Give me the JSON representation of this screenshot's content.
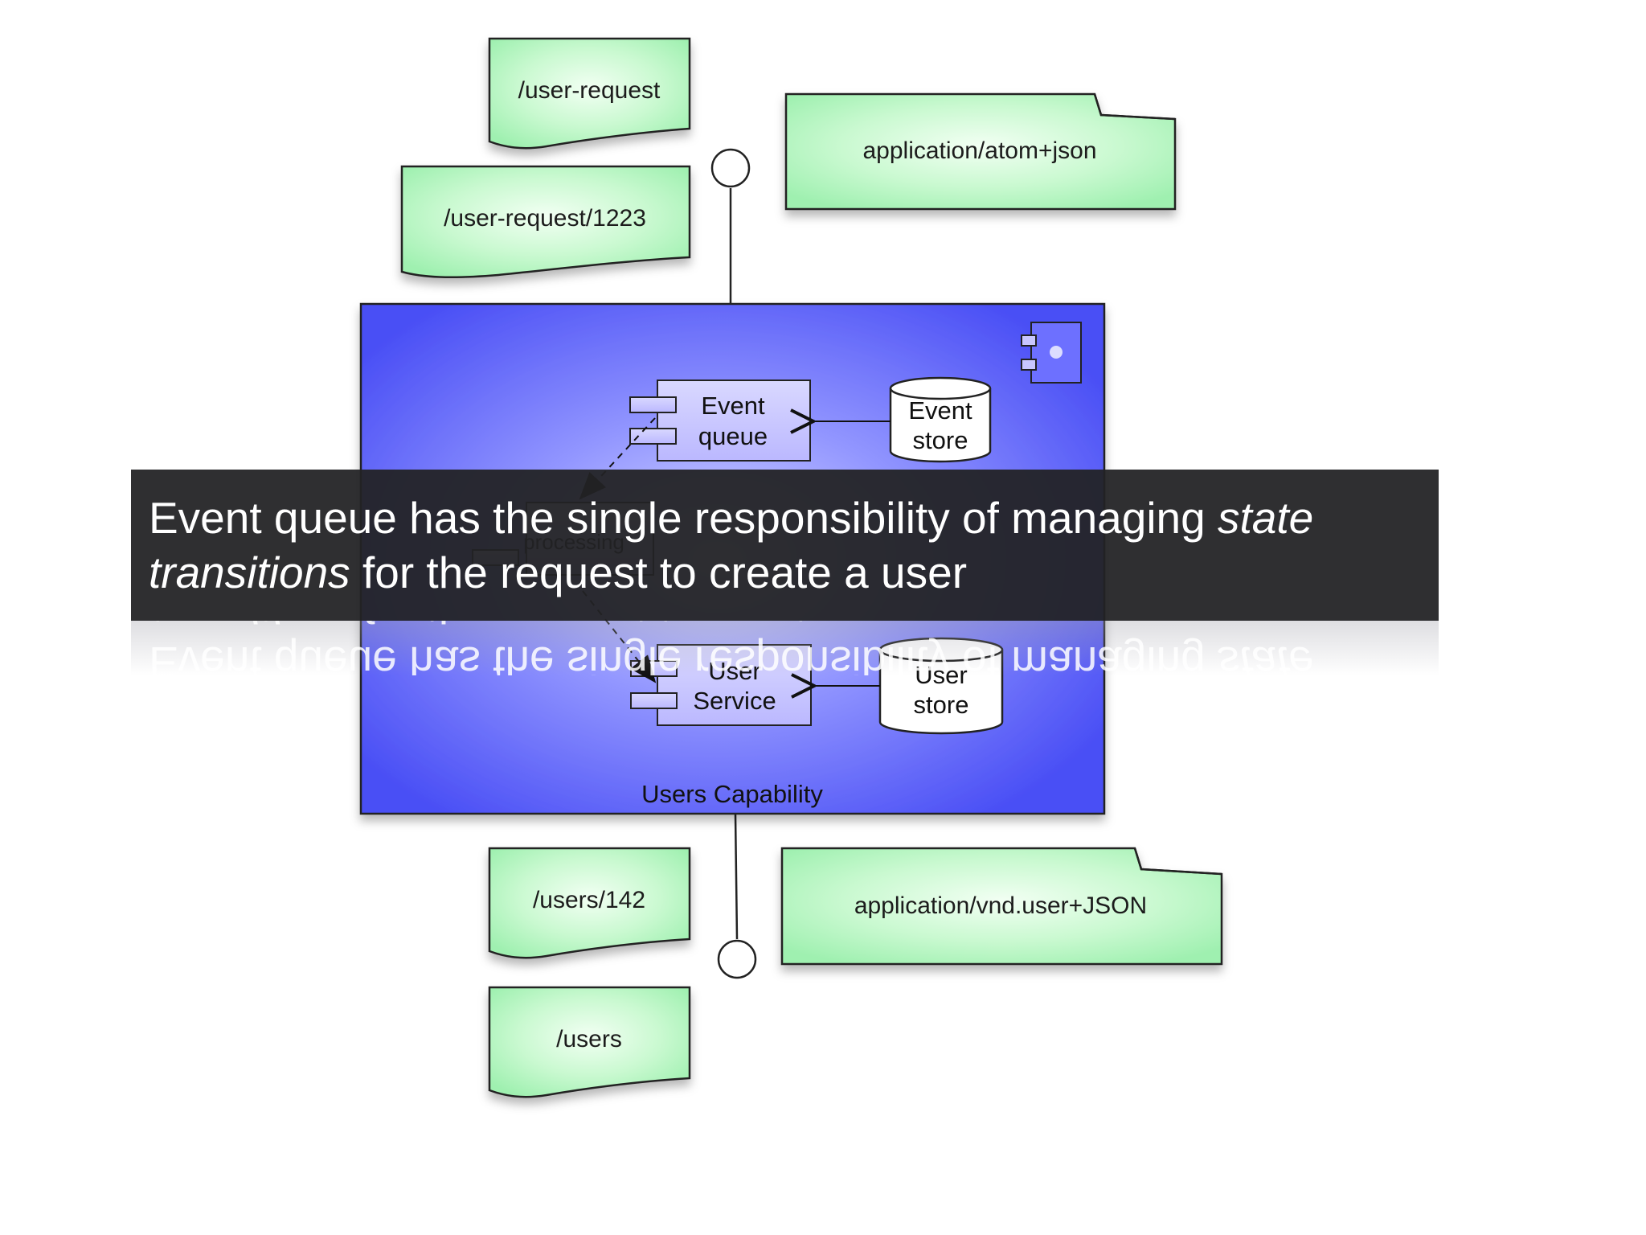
{
  "documents": {
    "user_request": "/user-request",
    "user_request_1223": "/user-request/1223",
    "media_type_top": "application/atom+json",
    "users_142": "/users/142",
    "users": "/users",
    "media_type_bottom": "application/vnd.user+JSON"
  },
  "capability": {
    "label": "Users Capability",
    "component_icon": "uml-component-icon"
  },
  "components": {
    "event_queue": [
      "Event",
      "queue"
    ],
    "event_store": [
      "Event",
      "store"
    ],
    "processing": "processing",
    "user_service": [
      "User",
      "Service"
    ],
    "user_store": [
      "User",
      "store"
    ]
  },
  "caption": {
    "part1": "Event queue has the single responsibility of managing ",
    "emph1": "state transitions",
    "part2": " for the request to create a user"
  },
  "colors": {
    "doc_fill": "#b9f7c4",
    "capability_fill": "#6e74ff",
    "component_fill": "#c8c6ff",
    "caption_bg": "#222224"
  }
}
